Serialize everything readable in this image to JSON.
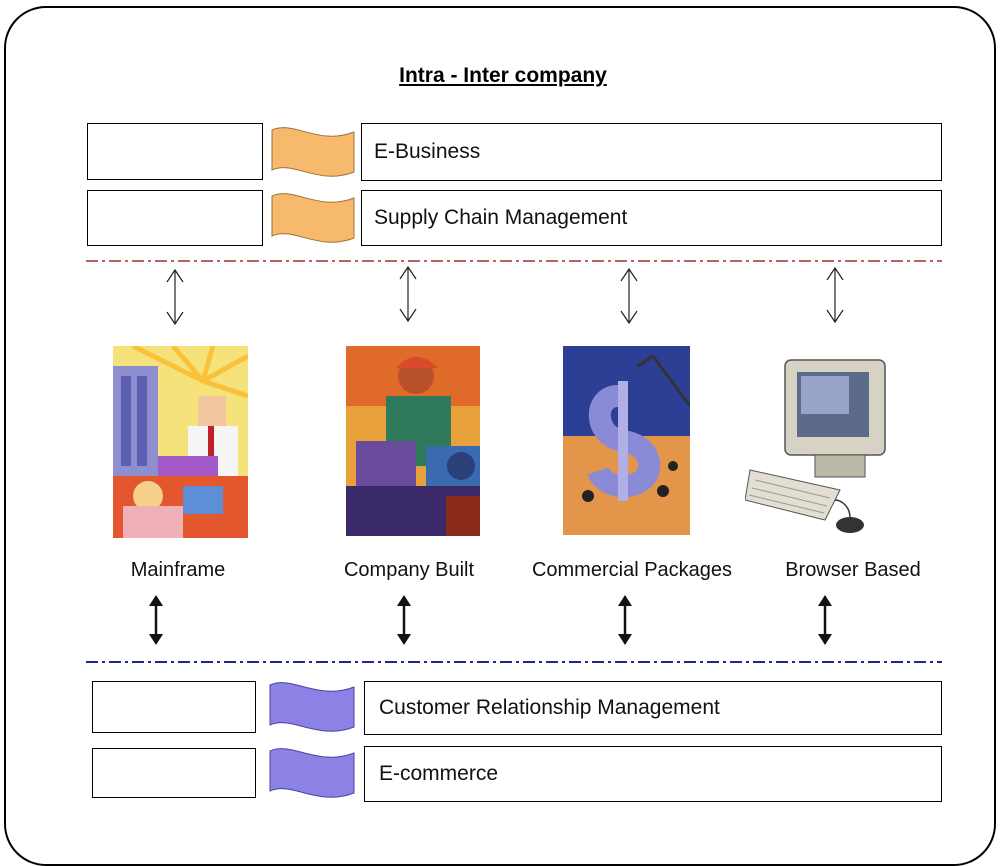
{
  "title": "Intra - Inter company",
  "upper_layers": [
    {
      "label": "E-Business"
    },
    {
      "label": "Supply Chain Management"
    }
  ],
  "systems": [
    {
      "label": "Mainframe",
      "icon": "mainframe-illustration"
    },
    {
      "label": "Company Built",
      "icon": "company-built-illustration"
    },
    {
      "label": "Commercial Packages",
      "icon": "commercial-packages-illustration"
    },
    {
      "label": "Browser Based",
      "icon": "browser-based-computer-illustration"
    }
  ],
  "lower_layers": [
    {
      "label": "Customer Relationship Management"
    },
    {
      "label": "E-commerce"
    }
  ],
  "colors": {
    "upper_flag": "#f7b96b",
    "lower_flag": "#8c82e6",
    "upper_divider": "#a0302a",
    "lower_divider": "#1b2a8a"
  }
}
